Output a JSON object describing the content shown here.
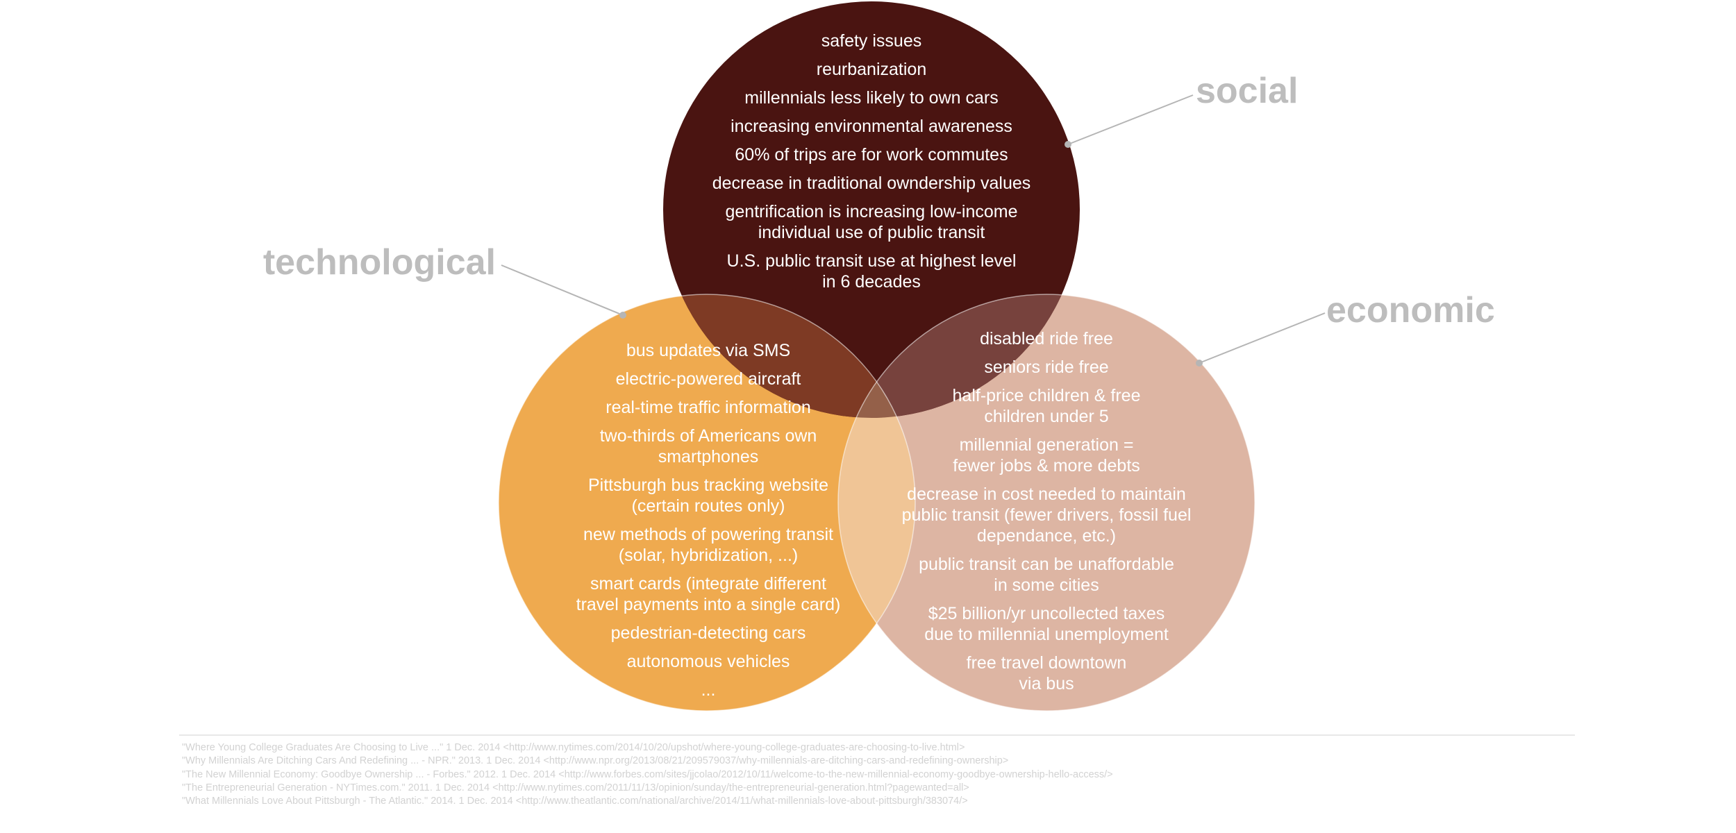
{
  "colors": {
    "social": "#4a1411",
    "technological": "#efaa4f",
    "economic": "#ddb5a3",
    "category_label": "#bdbdbd",
    "item_text": "#ffffff"
  },
  "circles": {
    "social": {
      "label": "social",
      "items": [
        "safety issues",
        "reurbanization",
        "millennials less likely to own cars",
        "increasing environmental awareness",
        "60% of trips are for work commutes",
        "decrease in traditional owndership values",
        "gentrification is increasing low-income\nindividual use of public transit",
        "U.S. public transit use at highest level\nin 6 decades"
      ]
    },
    "technological": {
      "label": "technological",
      "items": [
        "bus updates via SMS",
        "electric-powered aircraft",
        "real-time traffic information",
        "two-thirds of Americans own\nsmartphones",
        "Pittsburgh bus tracking website\n(certain routes only)",
        "new methods of powering transit\n(solar, hybridization, ...)",
        "smart cards (integrate different\ntravel payments into a single card)",
        "pedestrian-detecting cars",
        "autonomous vehicles",
        "..."
      ]
    },
    "economic": {
      "label": "economic",
      "items": [
        "disabled ride free",
        "seniors ride free",
        "half-price children & free\nchildren under 5",
        "millennial generation =\nfewer jobs & more debts",
        "decrease in cost needed to maintain\npublic transit (fewer drivers, fossil fuel\ndependance, etc.)",
        "public transit can be unaffordable\nin some cities",
        "$25 billion/yr uncollected taxes\ndue to millennial unemployment",
        "free travel downtown\nvia bus"
      ]
    }
  },
  "sources": [
    "\"Where Young College Graduates Are Choosing to Live ...\" 1 Dec. 2014 <http://www.nytimes.com/2014/10/20/upshot/where-young-college-graduates-are-choosing-to-live.html>",
    "\"Why Millennials Are Ditching Cars And Redefining ... - NPR.\" 2013. 1 Dec. 2014 <http://www.npr.org/2013/08/21/209579037/why-millennials-are-ditching-cars-and-redefining-ownership>",
    "\"The New Millennial Economy: Goodbye Ownership ... - Forbes.\" 2012. 1 Dec. 2014 <http://www.forbes.com/sites/jjcolao/2012/10/11/welcome-to-the-new-millennial-economy-goodbye-ownership-hello-access/>",
    "\"The Entrepreneurial Generation - NYTimes.com.\" 2011. 1 Dec. 2014 <http://www.nytimes.com/2011/11/13/opinion/sunday/the-entrepreneurial-generation.html?pagewanted=all>",
    "\"What Millennials Love About Pittsburgh - The Atlantic.\" 2014. 1 Dec. 2014 <http://www.theatlantic.com/national/archive/2014/11/what-millennials-love-about-pittsburgh/383074/>"
  ]
}
